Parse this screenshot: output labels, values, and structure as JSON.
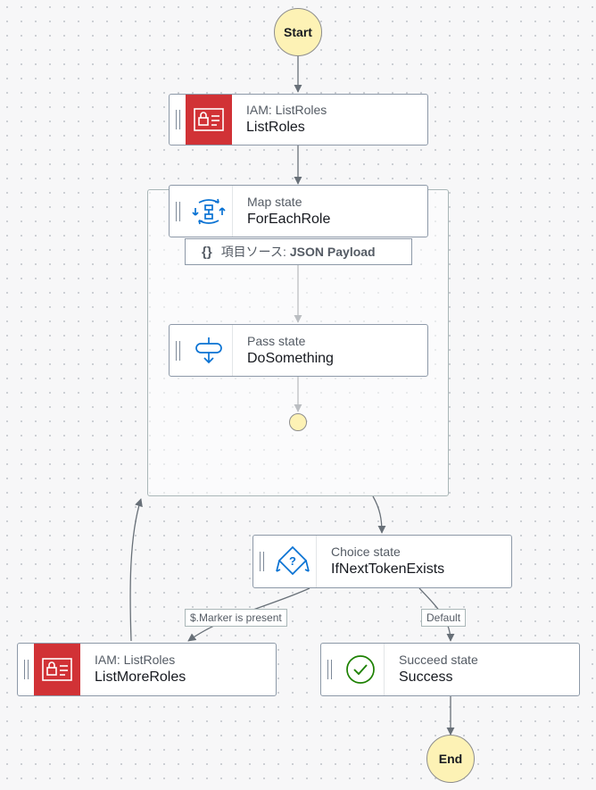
{
  "start": {
    "label": "Start"
  },
  "end": {
    "label": "End"
  },
  "nodes": {
    "list_roles": {
      "type": "IAM: ListRoles",
      "name": "ListRoles"
    },
    "for_each_role": {
      "type": "Map state",
      "name": "ForEachRole"
    },
    "item_source": {
      "brace": "{}",
      "prefix": "項目ソース:",
      "value": "JSON Payload"
    },
    "do_something": {
      "type": "Pass state",
      "name": "DoSomething"
    },
    "if_next_token": {
      "type": "Choice state",
      "name": "IfNextTokenExists"
    },
    "list_more_roles": {
      "type": "IAM: ListRoles",
      "name": "ListMoreRoles"
    },
    "success": {
      "type": "Succeed state",
      "name": "Success"
    }
  },
  "edge_labels": {
    "marker_present": "$.Marker is present",
    "default": "Default"
  },
  "colors": {
    "iam_red": "#d13236",
    "pass_blue": "#0972d3",
    "succeed_green": "#1d8102",
    "start_end_fill": "#fdf2b5"
  },
  "icons": {
    "iam": "iam-id-card-icon",
    "map": "map-state-icon",
    "pass": "pass-state-icon",
    "choice": "choice-state-icon",
    "succeed": "check-circle-icon"
  }
}
